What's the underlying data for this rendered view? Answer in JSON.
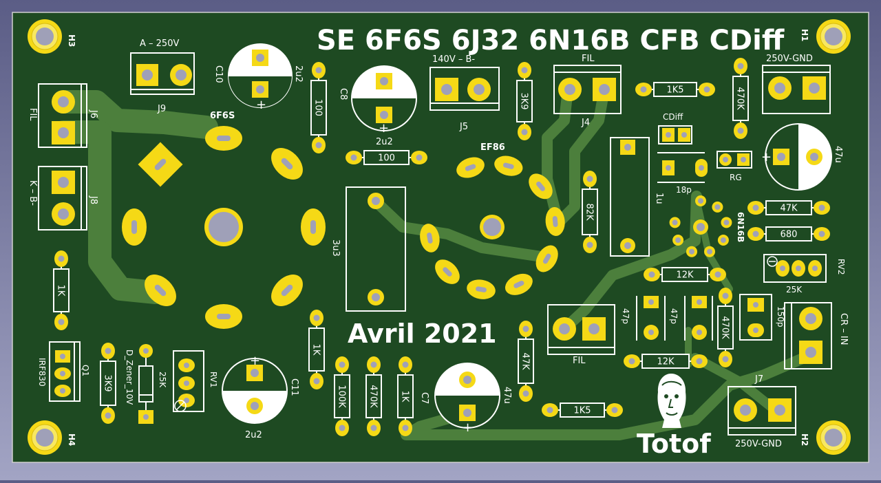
{
  "board": {
    "title": "SE 6F6S 6J32 6N16B CFB CDiff",
    "date": "Avril 2021",
    "author": "Totof"
  },
  "mounting_holes": [
    "H1",
    "H2",
    "H3",
    "H4"
  ],
  "connectors": {
    "j9": {
      "ref": "J9",
      "label": "A – 250V"
    },
    "j6": {
      "ref": "J6",
      "label": "FIL"
    },
    "j8": {
      "ref": "J8",
      "label": "K – B-"
    },
    "j5": {
      "ref": "J5",
      "label": "140V –  B-"
    },
    "j4": {
      "ref": "J4",
      "label": "FIL"
    },
    "j1": {
      "label": "250V-GND"
    },
    "j7": {
      "ref": "J7",
      "label": "250V-GND"
    },
    "j3": {
      "label": "FIL"
    },
    "j2": {
      "label": "CR – IN"
    }
  },
  "tubes": {
    "power": "6F6S",
    "driver": "EF86",
    "inverter": "6N16B"
  },
  "components": {
    "c10": {
      "ref": "C10",
      "value": "2u2"
    },
    "c8": {
      "ref": "C8",
      "value": "2u2"
    },
    "c_47u_top": {
      "value": "47u"
    },
    "c11": {
      "ref": "C11",
      "value": "2u2"
    },
    "c7": {
      "ref": "C7",
      "value": "47u"
    },
    "c_3u3": {
      "value": "3u3"
    },
    "c_1u": {
      "value": "1u"
    },
    "cdiff": {
      "value": "CDiff"
    },
    "c_18p": {
      "value": "18p"
    },
    "c_47p_a": {
      "value": "47p"
    },
    "c_47p_b": {
      "value": "47p"
    },
    "c_150p": {
      "value": "150p"
    },
    "rg": {
      "value": "RG"
    },
    "r_100_v": {
      "value": "100"
    },
    "r_100_h": {
      "value": "100"
    },
    "r_3k9_top": {
      "value": "3K9"
    },
    "r_1k5_top": {
      "value": "1K5"
    },
    "r_470k_top": {
      "value": "470K"
    },
    "r_82k": {
      "value": "82K"
    },
    "r_47k_right": {
      "value": "47K"
    },
    "r_680": {
      "value": "680"
    },
    "r_12k_a": {
      "value": "12K"
    },
    "r_12k_b": {
      "value": "12K"
    },
    "r_470k_mid": {
      "value": "470K"
    },
    "r_1k_left": {
      "value": "1K"
    },
    "r_3k9_bottom": {
      "value": "3K9"
    },
    "r_1k_mid": {
      "value": "1K"
    },
    "r_100k": {
      "value": "100K"
    },
    "r_470k_bottom": {
      "value": "470K"
    },
    "r_1k_bottom": {
      "value": "1K"
    },
    "r_47k_mid": {
      "value": "47K"
    },
    "r_1k5_bottom": {
      "value": "1K5"
    },
    "d_zener": {
      "value": "D_Zener_10V"
    },
    "rv1": {
      "ref": "RV1",
      "value": "25K"
    },
    "rv2": {
      "ref": "RV2",
      "value": "25K"
    },
    "q1": {
      "ref": "Q1",
      "value": "IRF830"
    }
  },
  "colors": {
    "board": "#1e4a22",
    "trace": "#4c7f3c",
    "pad": "#f5d916",
    "drill": "#9fa0b8",
    "silk": "#ffffff"
  }
}
